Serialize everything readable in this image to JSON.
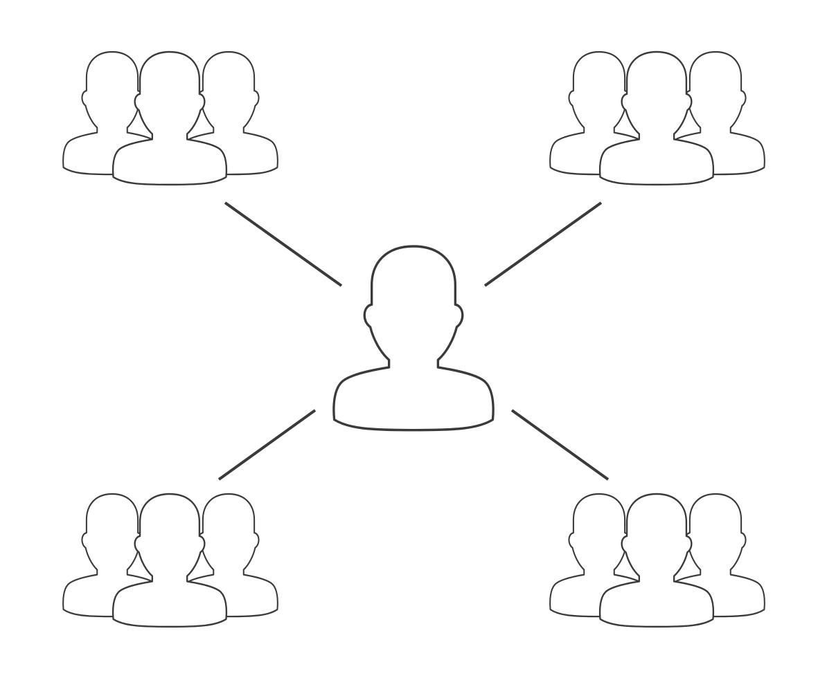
{
  "colors": {
    "background": "#ffffff",
    "stroke": "#3a3a3a"
  },
  "center": {
    "icon": "person-icon"
  },
  "groups": [
    {
      "id": "top-left",
      "icon": "people-group-icon",
      "members": 3
    },
    {
      "id": "top-right",
      "icon": "people-group-icon",
      "members": 3
    },
    {
      "id": "bottom-left",
      "icon": "people-group-icon",
      "members": 3
    },
    {
      "id": "bottom-right",
      "icon": "people-group-icon",
      "members": 3
    }
  ],
  "connectors": [
    {
      "from": "center",
      "to": "top-left"
    },
    {
      "from": "center",
      "to": "top-right"
    },
    {
      "from": "center",
      "to": "bottom-left"
    },
    {
      "from": "center",
      "to": "bottom-right"
    }
  ]
}
